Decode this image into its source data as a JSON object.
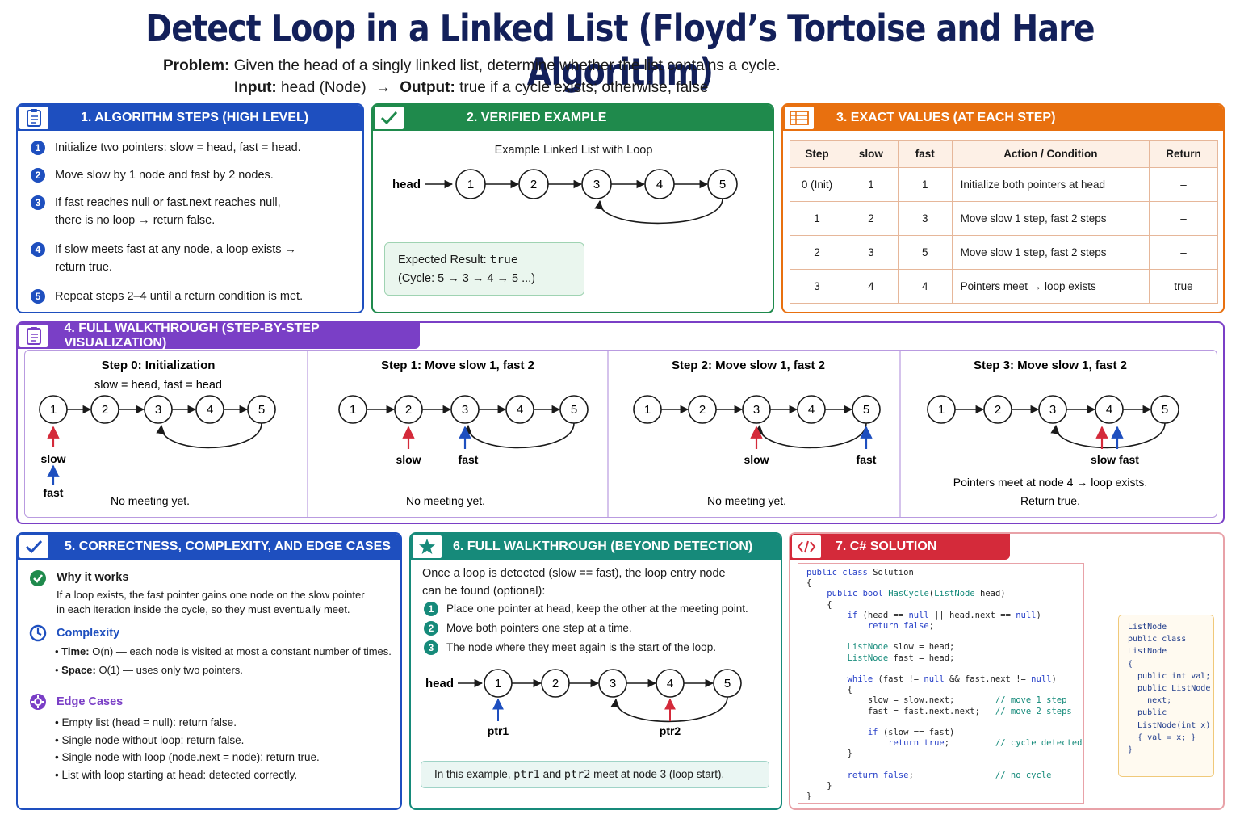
{
  "title": "Detect Loop in a Linked List (Floyd’s Tortoise and Hare Algorithm)",
  "problem_label": "Problem:",
  "problem_text": "Given the head of a singly linked list, determine whether the list contains a cycle.",
  "input_label": "Input:",
  "input_text": "head (Node)",
  "arrow": "→",
  "output_label": "Output:",
  "output_text": "true if a cycle exists; otherwise, false",
  "colors": {
    "blue": "#1e4fbf",
    "green": "#1f8a4c",
    "orange": "#e8700f",
    "purple": "#7a3fc6",
    "teal": "#168a7a",
    "red": "#d42a3a"
  },
  "p1": {
    "title": "1. ALGORITHM STEPS (HIGH LEVEL)",
    "icon": "clipboard-icon",
    "steps": [
      {
        "n": "1",
        "a": "Initialize two pointers: slow = head, fast = head.",
        "b": ""
      },
      {
        "n": "2",
        "a": "Move slow by 1 node and fast by 2 nodes.",
        "b": ""
      },
      {
        "n": "3",
        "a": "If fast reaches null or fast.next reaches null,",
        "b": "there is no loop → return false."
      },
      {
        "n": "4",
        "a": "If slow meets fast at any node, a loop exists →",
        "b": "return true."
      },
      {
        "n": "5",
        "a": "Repeat steps 2–4 until a return condition is met.",
        "b": ""
      }
    ]
  },
  "p2": {
    "title": "2. VERIFIED EXAMPLE",
    "icon": "check-icon",
    "subtitle": "Example Linked List with Loop",
    "head": "head",
    "nodes": [
      "1",
      "2",
      "3",
      "4",
      "5"
    ],
    "result_line1_label": "Expected Result: ",
    "result_line1_val": "true",
    "result_line2": "(Cycle: 5 → 3 → 4 → 5 ...)"
  },
  "p3": {
    "title": "3. EXACT VALUES (AT EACH STEP)",
    "icon": "table-icon",
    "headers": [
      "Step",
      "slow",
      "fast",
      "Action / Condition",
      "Return"
    ],
    "rows": [
      [
        "0 (Init)",
        "1",
        "1",
        "Initialize both pointers at head",
        "–"
      ],
      [
        "1",
        "2",
        "3",
        "Move slow 1 step, fast 2 steps",
        "–"
      ],
      [
        "2",
        "3",
        "5",
        "Move slow 1 step, fast 2 steps",
        "–"
      ],
      [
        "3",
        "4",
        "4",
        "Pointers meet → loop exists",
        "true"
      ]
    ]
  },
  "p4": {
    "title": "4. FULL WALKTHROUGH (STEP-BY-STEP VISUALIZATION)",
    "icon": "clipboard-icon",
    "steps": [
      {
        "title": "Step 0: Initialization",
        "sub": "slow = head, fast = head",
        "note": "No meeting yet.",
        "note2": "",
        "slow": "slow",
        "fast": "fast"
      },
      {
        "title": "Step 1:  Move slow 1, fast 2",
        "sub": "",
        "note": "No meeting yet.",
        "note2": "",
        "slow": "slow",
        "fast": "fast"
      },
      {
        "title": "Step 2:  Move slow 1, fast 2",
        "sub": "",
        "note": "No meeting yet.",
        "note2": "",
        "slow": "slow",
        "fast": "fast"
      },
      {
        "title": "Step 3:  Move slow 1, fast 2",
        "sub": "",
        "note": "Pointers meet at node 4 → loop exists.",
        "note2": "Return true.",
        "slow": "slow fast",
        "fast": ""
      }
    ]
  },
  "p5": {
    "title": "5. CORRECTNESS, COMPLEXITY, AND EDGE CASES",
    "icon": "check-icon",
    "why_title": "Why it works",
    "why_line1": "If a loop exists, the fast pointer gains one node on the slow pointer",
    "why_line2": "in each iteration inside the cycle, so they must eventually meet.",
    "cx_title": "Complexity",
    "time_label": "Time:",
    "time_val": "O(n) — each node is visited at most a constant number of times.",
    "space_label": "Space:",
    "space_val": "O(1) — uses only two pointers.",
    "edge_title": "Edge Cases",
    "edges": [
      "Empty list (head = null): return false.",
      "Single node without loop: return false.",
      "Single node with loop (node.next = node): return true.",
      "List with loop starting at head: detected correctly."
    ]
  },
  "p6": {
    "title": "6. FULL WALKTHROUGH (BEYOND DETECTION)",
    "icon": "star-icon",
    "intro1": "Once a loop is detected (slow == fast), the loop entry node",
    "intro2": "can be found (optional):",
    "steps": [
      "Place one pointer at head, keep the other at the meeting point.",
      "Move both pointers one step at a time.",
      "The node where they meet again is the start of the loop."
    ],
    "head": "head",
    "ptr1": "ptr1",
    "ptr2": "ptr2",
    "note_a": "In this example, ",
    "note_p1": "ptr1",
    "note_b": " and ",
    "note_p2": "ptr2",
    "note_c": " meet at node 3 (loop start)."
  },
  "p7": {
    "title": "7. C# SOLUTION",
    "icon": "code-icon",
    "code": [
      "public class Solution",
      "{",
      "    public bool HasCycle(ListNode head)",
      "    {",
      "        if (head == null || head.next == null)",
      "            return false;",
      "",
      "        ListNode slow = head;",
      "        ListNode fast = head;",
      "",
      "        while (fast != null && fast.next != null)",
      "        {",
      "            slow = slow.next;        // move 1 step",
      "            fast = fast.next.next;   // move 2 steps",
      "",
      "            if (slow == fast)",
      "                return true;         // cycle detected",
      "        }",
      "",
      "        return false;                // no cycle",
      "    }",
      "}"
    ],
    "side": [
      "ListNode",
      "public class",
      "ListNode",
      "{",
      "  public int val;",
      "  public ListNode",
      "    next;",
      "  public",
      "  ListNode(int x)",
      "  { val = x; }",
      "}"
    ]
  }
}
